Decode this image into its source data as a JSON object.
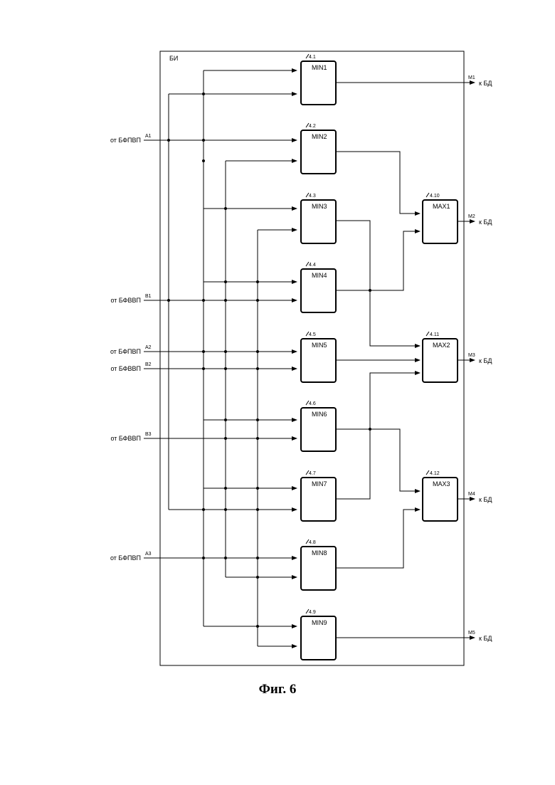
{
  "frame": {
    "title": "БИ"
  },
  "blocks": [
    {
      "id": "min1",
      "num": "4.1",
      "label": "MIN1"
    },
    {
      "id": "min2",
      "num": "4.2",
      "label": "MIN2"
    },
    {
      "id": "min3",
      "num": "4.3",
      "label": "MIN3"
    },
    {
      "id": "min4",
      "num": "4.4",
      "label": "MIN4"
    },
    {
      "id": "min5",
      "num": "4.5",
      "label": "MIN5"
    },
    {
      "id": "min6",
      "num": "4.6",
      "label": "MIN6"
    },
    {
      "id": "min7",
      "num": "4.7",
      "label": "MIN7"
    },
    {
      "id": "min8",
      "num": "4.8",
      "label": "MIN8"
    },
    {
      "id": "min9",
      "num": "4.9",
      "label": "MIN9"
    },
    {
      "id": "max1",
      "num": "4.10",
      "label": "MAX1"
    },
    {
      "id": "max2",
      "num": "4.11",
      "label": "MAX2"
    },
    {
      "id": "max3",
      "num": "4.12",
      "label": "MAX3"
    }
  ],
  "inputs": [
    {
      "id": "a1",
      "source": "от БФПВП",
      "signal": "A1"
    },
    {
      "id": "b1",
      "source": "от БФВВП",
      "signal": "B1"
    },
    {
      "id": "a2",
      "source": "от БФПВП",
      "signal": "A2"
    },
    {
      "id": "b2",
      "source": "от БФВВП",
      "signal": "B2"
    },
    {
      "id": "b3",
      "source": "от БФВВП",
      "signal": "B3"
    },
    {
      "id": "a3",
      "source": "от БФПВП",
      "signal": "A3"
    }
  ],
  "outputs": [
    {
      "id": "m1",
      "signal": "M1",
      "dest": "к БД"
    },
    {
      "id": "m2",
      "signal": "M2",
      "dest": "к БД"
    },
    {
      "id": "m3",
      "signal": "M3",
      "dest": "к БД"
    },
    {
      "id": "m4",
      "signal": "M4",
      "dest": "к БД"
    },
    {
      "id": "m5",
      "signal": "M5",
      "dest": "к БД"
    }
  ],
  "caption": "Фиг. 6"
}
